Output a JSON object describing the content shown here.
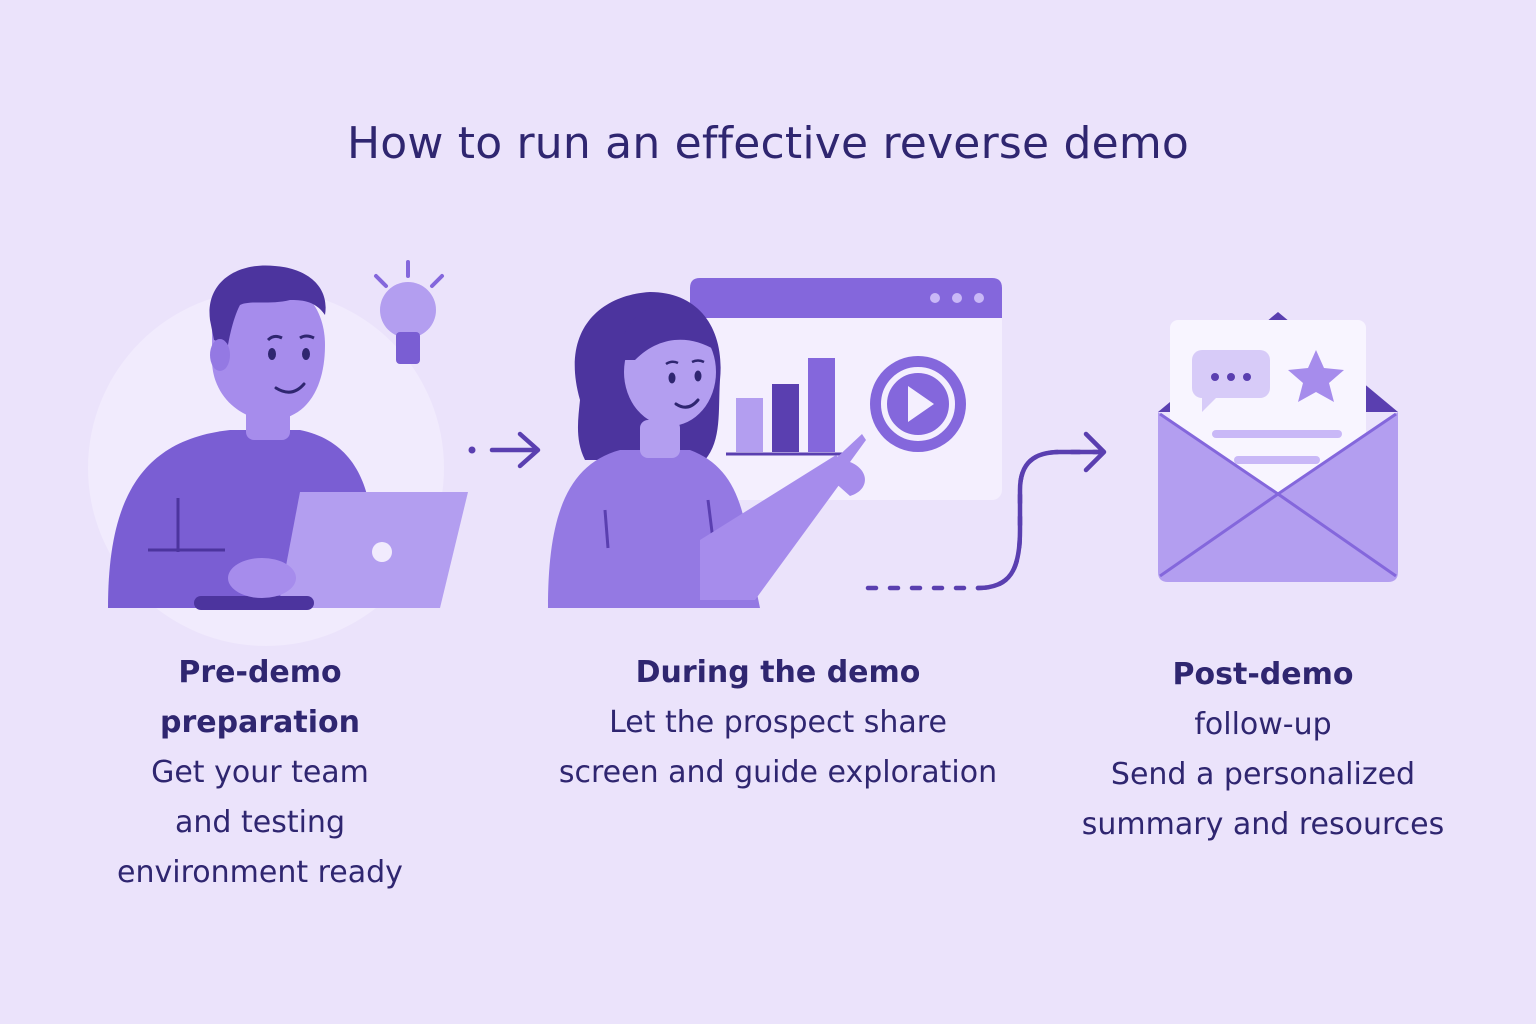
{
  "title": "How to run an effective reverse demo",
  "steps": [
    {
      "heading_lines": [
        "Pre-demo",
        "preparation"
      ],
      "desc_lines": [
        "Get your team",
        "and testing",
        "environment ready"
      ],
      "icon": "person-laptop-icon"
    },
    {
      "heading_lines": [
        "During the demo"
      ],
      "desc_lines": [
        "Let the prospect share",
        "screen and guide exploration"
      ],
      "icon": "person-presenting-screen-icon"
    },
    {
      "heading_lines": [
        "Post-demo",
        "follow-up"
      ],
      "desc_lines": [
        "Send a personalized",
        "summary and resources"
      ],
      "icon": "envelope-letter-icon"
    }
  ],
  "colors": {
    "background": "#ebe3fb",
    "text": "#2f2670",
    "accent_dark": "#5a3fb0",
    "accent": "#8467dc",
    "accent_light": "#b39ef0"
  }
}
